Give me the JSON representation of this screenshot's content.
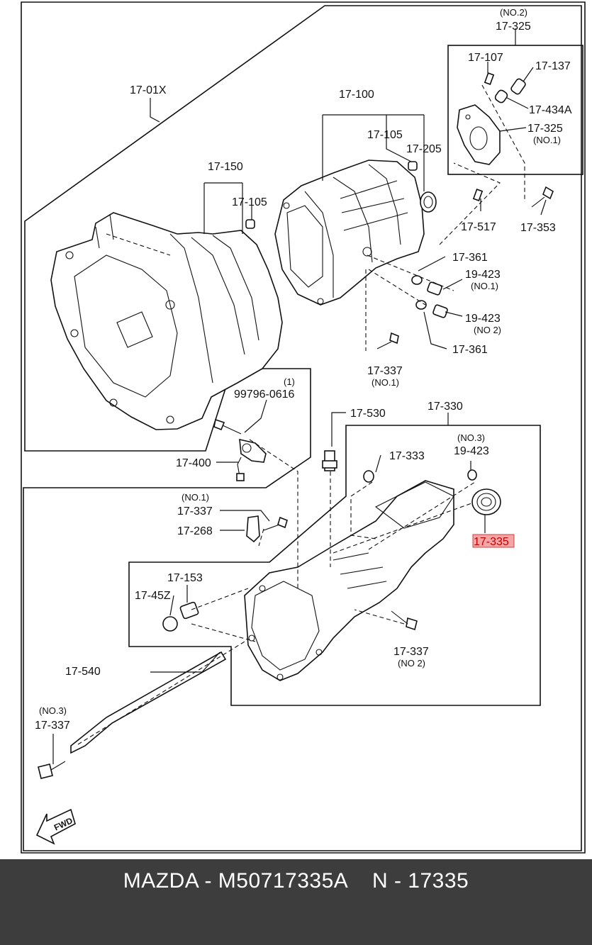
{
  "labels": {
    "l_01x": "17-01X",
    "l_100": "17-100",
    "l_150": "17-150",
    "l_105a": "17-105",
    "l_105b": "17-105",
    "l_205": "17-205",
    "l_325_no2_top": "(NO.2)",
    "l_325_top": "17-325",
    "l_107": "17-107",
    "l_137": "17-137",
    "l_434a": "17-434A",
    "l_325_in": "17-325",
    "l_325_in_sub": "(NO.1)",
    "l_517": "17-517",
    "l_353": "17-353",
    "l_361a": "17-361",
    "l_423a": "19-423",
    "l_423a_sub": "(NO.1)",
    "l_423b": "19-423",
    "l_423b_sub": "(NO 2)",
    "l_361b": "17-361",
    "l_337a": "17-337",
    "l_337a_sub": "(NO.1)",
    "l_99796_sub": "(1)",
    "l_99796": "99796-0616",
    "l_400": "17-400",
    "l_530": "17-530",
    "l_330": "17-330",
    "l_333": "17-333",
    "l_423c_sub": "(NO.3)",
    "l_423c": "19-423",
    "l_335": "17-335",
    "l_337b_sub": "(NO.1)",
    "l_337b": "17-337",
    "l_268": "17-268",
    "l_153": "17-153",
    "l_45z": "17-45Z",
    "l_337c": "17-337",
    "l_337c_sub": "(NO 2)",
    "l_540": "17-540",
    "l_337d_sub": "(NO.3)",
    "l_337d": "17-337",
    "fwd": "FWD"
  },
  "highlight": {
    "part": "17-335",
    "fill": "#f4a6a6",
    "border": "#d04040"
  },
  "footer": {
    "text": "MAZDA - M50717335A    N - 17335",
    "background": "#3d3d3d",
    "color": "#ffffff"
  }
}
